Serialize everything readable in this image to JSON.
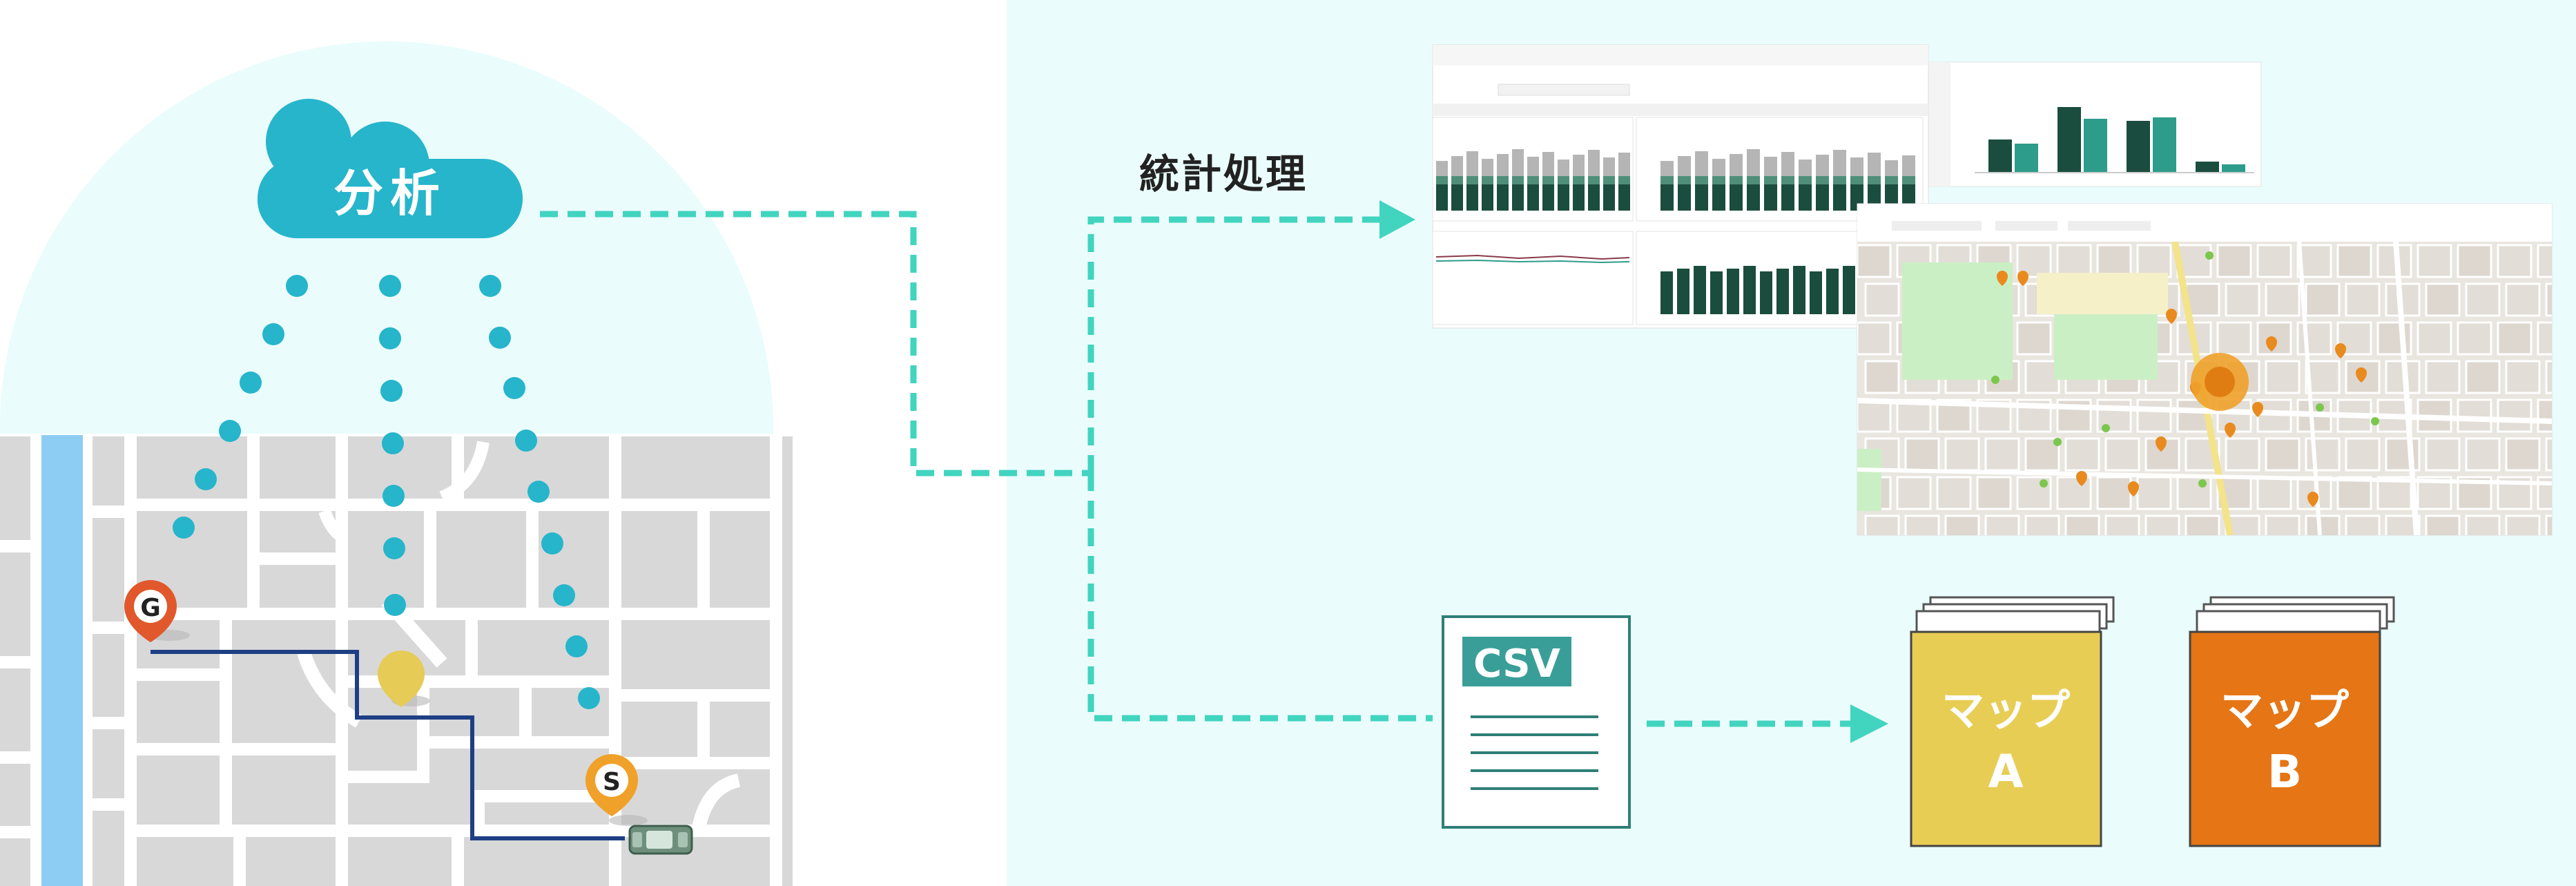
{
  "cloud": {
    "label": "分析"
  },
  "route_markers": {
    "goal": "G",
    "start": "S"
  },
  "process": {
    "label": "統計処理"
  },
  "csv_doc": {
    "label": "CSV"
  },
  "outputs": [
    {
      "label_line1": "マップ",
      "label_line2": "A",
      "color": "#E8CD55"
    },
    {
      "label_line1": "マップ",
      "label_line2": "B",
      "color": "#E57515"
    }
  ],
  "colors": {
    "accent_teal": "#41D4BF",
    "cloud_teal": "#26B5CB",
    "panel_bg": "#EAFCFC",
    "route_line": "#1E3F84",
    "goal_pin": "#E0582C",
    "start_pin": "#F0A12A",
    "poi_pin": "#E6CB57",
    "water": "#8ECDF3",
    "map_gray": "#D8D8D8",
    "chart_green": "#1B4D3E",
    "chart_teal": "#2E9C8A"
  }
}
